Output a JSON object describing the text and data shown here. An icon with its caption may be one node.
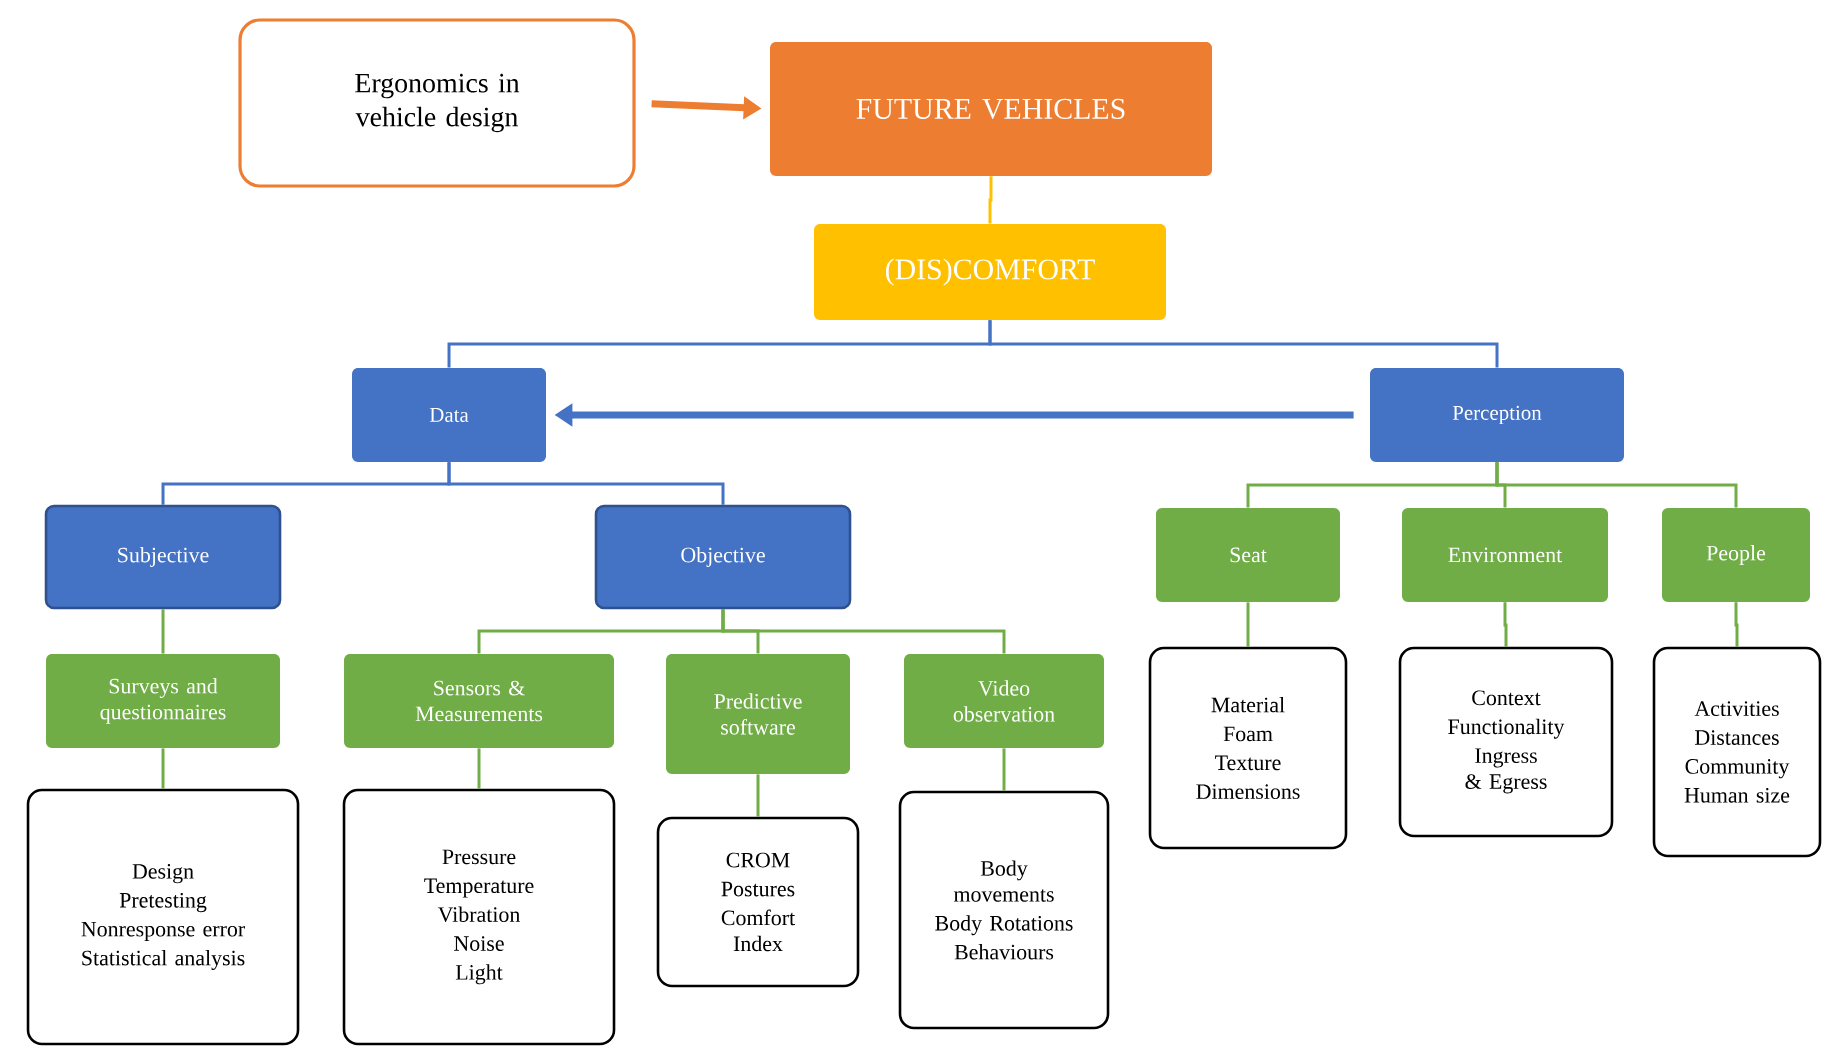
{
  "diagram": {
    "nodes": [
      {
        "text": [
          "Ergonomics in vehicle design"
        ]
      },
      {
        "text": [
          "FUTURE VEHICLES"
        ]
      },
      {
        "text": [
          "(DIS)COMFORT"
        ]
      },
      {
        "text": [
          "Data"
        ]
      },
      {
        "text": [
          "Perception"
        ]
      },
      {
        "text": [
          "Subjective"
        ]
      },
      {
        "text": [
          "Objective"
        ]
      },
      {
        "text": [
          "Seat"
        ]
      },
      {
        "text": [
          "Environment"
        ]
      },
      {
        "text": [
          "People"
        ]
      },
      {
        "text": [
          "Surveys and questionnaires"
        ]
      },
      {
        "text": [
          "Sensors & Measurements"
        ]
      },
      {
        "text": [
          "Predictive software"
        ]
      },
      {
        "text": [
          "Video observation"
        ]
      },
      {
        "text": [
          "Design",
          "Pretesting",
          "Nonresponse error",
          "Statistical analysis"
        ]
      },
      {
        "text": [
          "Pressure",
          "Temperature",
          "Vibration",
          "Noise",
          "Light"
        ]
      },
      {
        "text": [
          "CROM",
          "Postures",
          "Comfort Index"
        ]
      },
      {
        "text": [
          "Body movements",
          "Body Rotations",
          "Behaviours"
        ]
      },
      {
        "text": [
          "Material",
          "Foam",
          "Texture",
          "Dimensions"
        ]
      },
      {
        "text": [
          "Context",
          "Functionality",
          "Ingress & Egress"
        ]
      },
      {
        "text": [
          "Activities",
          "Distances",
          "Community",
          "Human size"
        ]
      }
    ],
    "edges": [
      {
        "from": 0,
        "to": 1,
        "arrow": "to",
        "style": "thick",
        "color": "#ed7d31"
      },
      {
        "from": 1,
        "to": 2,
        "arrow": "none",
        "color": "#ffc000"
      },
      {
        "from": 2,
        "to": 3,
        "arrow": "none",
        "color": "#4472c4"
      },
      {
        "from": 2,
        "to": 4,
        "arrow": "none",
        "color": "#4472c4"
      },
      {
        "from": 4,
        "to": 3,
        "arrow": "to",
        "style": "thick",
        "color": "#4472c4"
      },
      {
        "from": 3,
        "to": 5,
        "arrow": "none",
        "color": "#4472c4"
      },
      {
        "from": 3,
        "to": 6,
        "arrow": "none",
        "color": "#4472c4"
      },
      {
        "from": 5,
        "to": 10,
        "arrow": "none"
      },
      {
        "from": 6,
        "to": 11,
        "arrow": "none"
      },
      {
        "from": 6,
        "to": 12,
        "arrow": "none"
      },
      {
        "from": 6,
        "to": 13,
        "arrow": "none"
      },
      {
        "from": 10,
        "to": 14,
        "arrow": "none"
      },
      {
        "from": 11,
        "to": 15,
        "arrow": "none"
      },
      {
        "from": 12,
        "to": 16,
        "arrow": "none"
      },
      {
        "from": 13,
        "to": 17,
        "arrow": "none"
      },
      {
        "from": 4,
        "to": 7,
        "arrow": "none"
      },
      {
        "from": 4,
        "to": 8,
        "arrow": "none"
      },
      {
        "from": 4,
        "to": 9,
        "arrow": "none"
      },
      {
        "from": 7,
        "to": 18,
        "arrow": "none"
      },
      {
        "from": 8,
        "to": 19,
        "arrow": "none"
      },
      {
        "from": 9,
        "to": 20,
        "arrow": "none"
      }
    ]
  }
}
